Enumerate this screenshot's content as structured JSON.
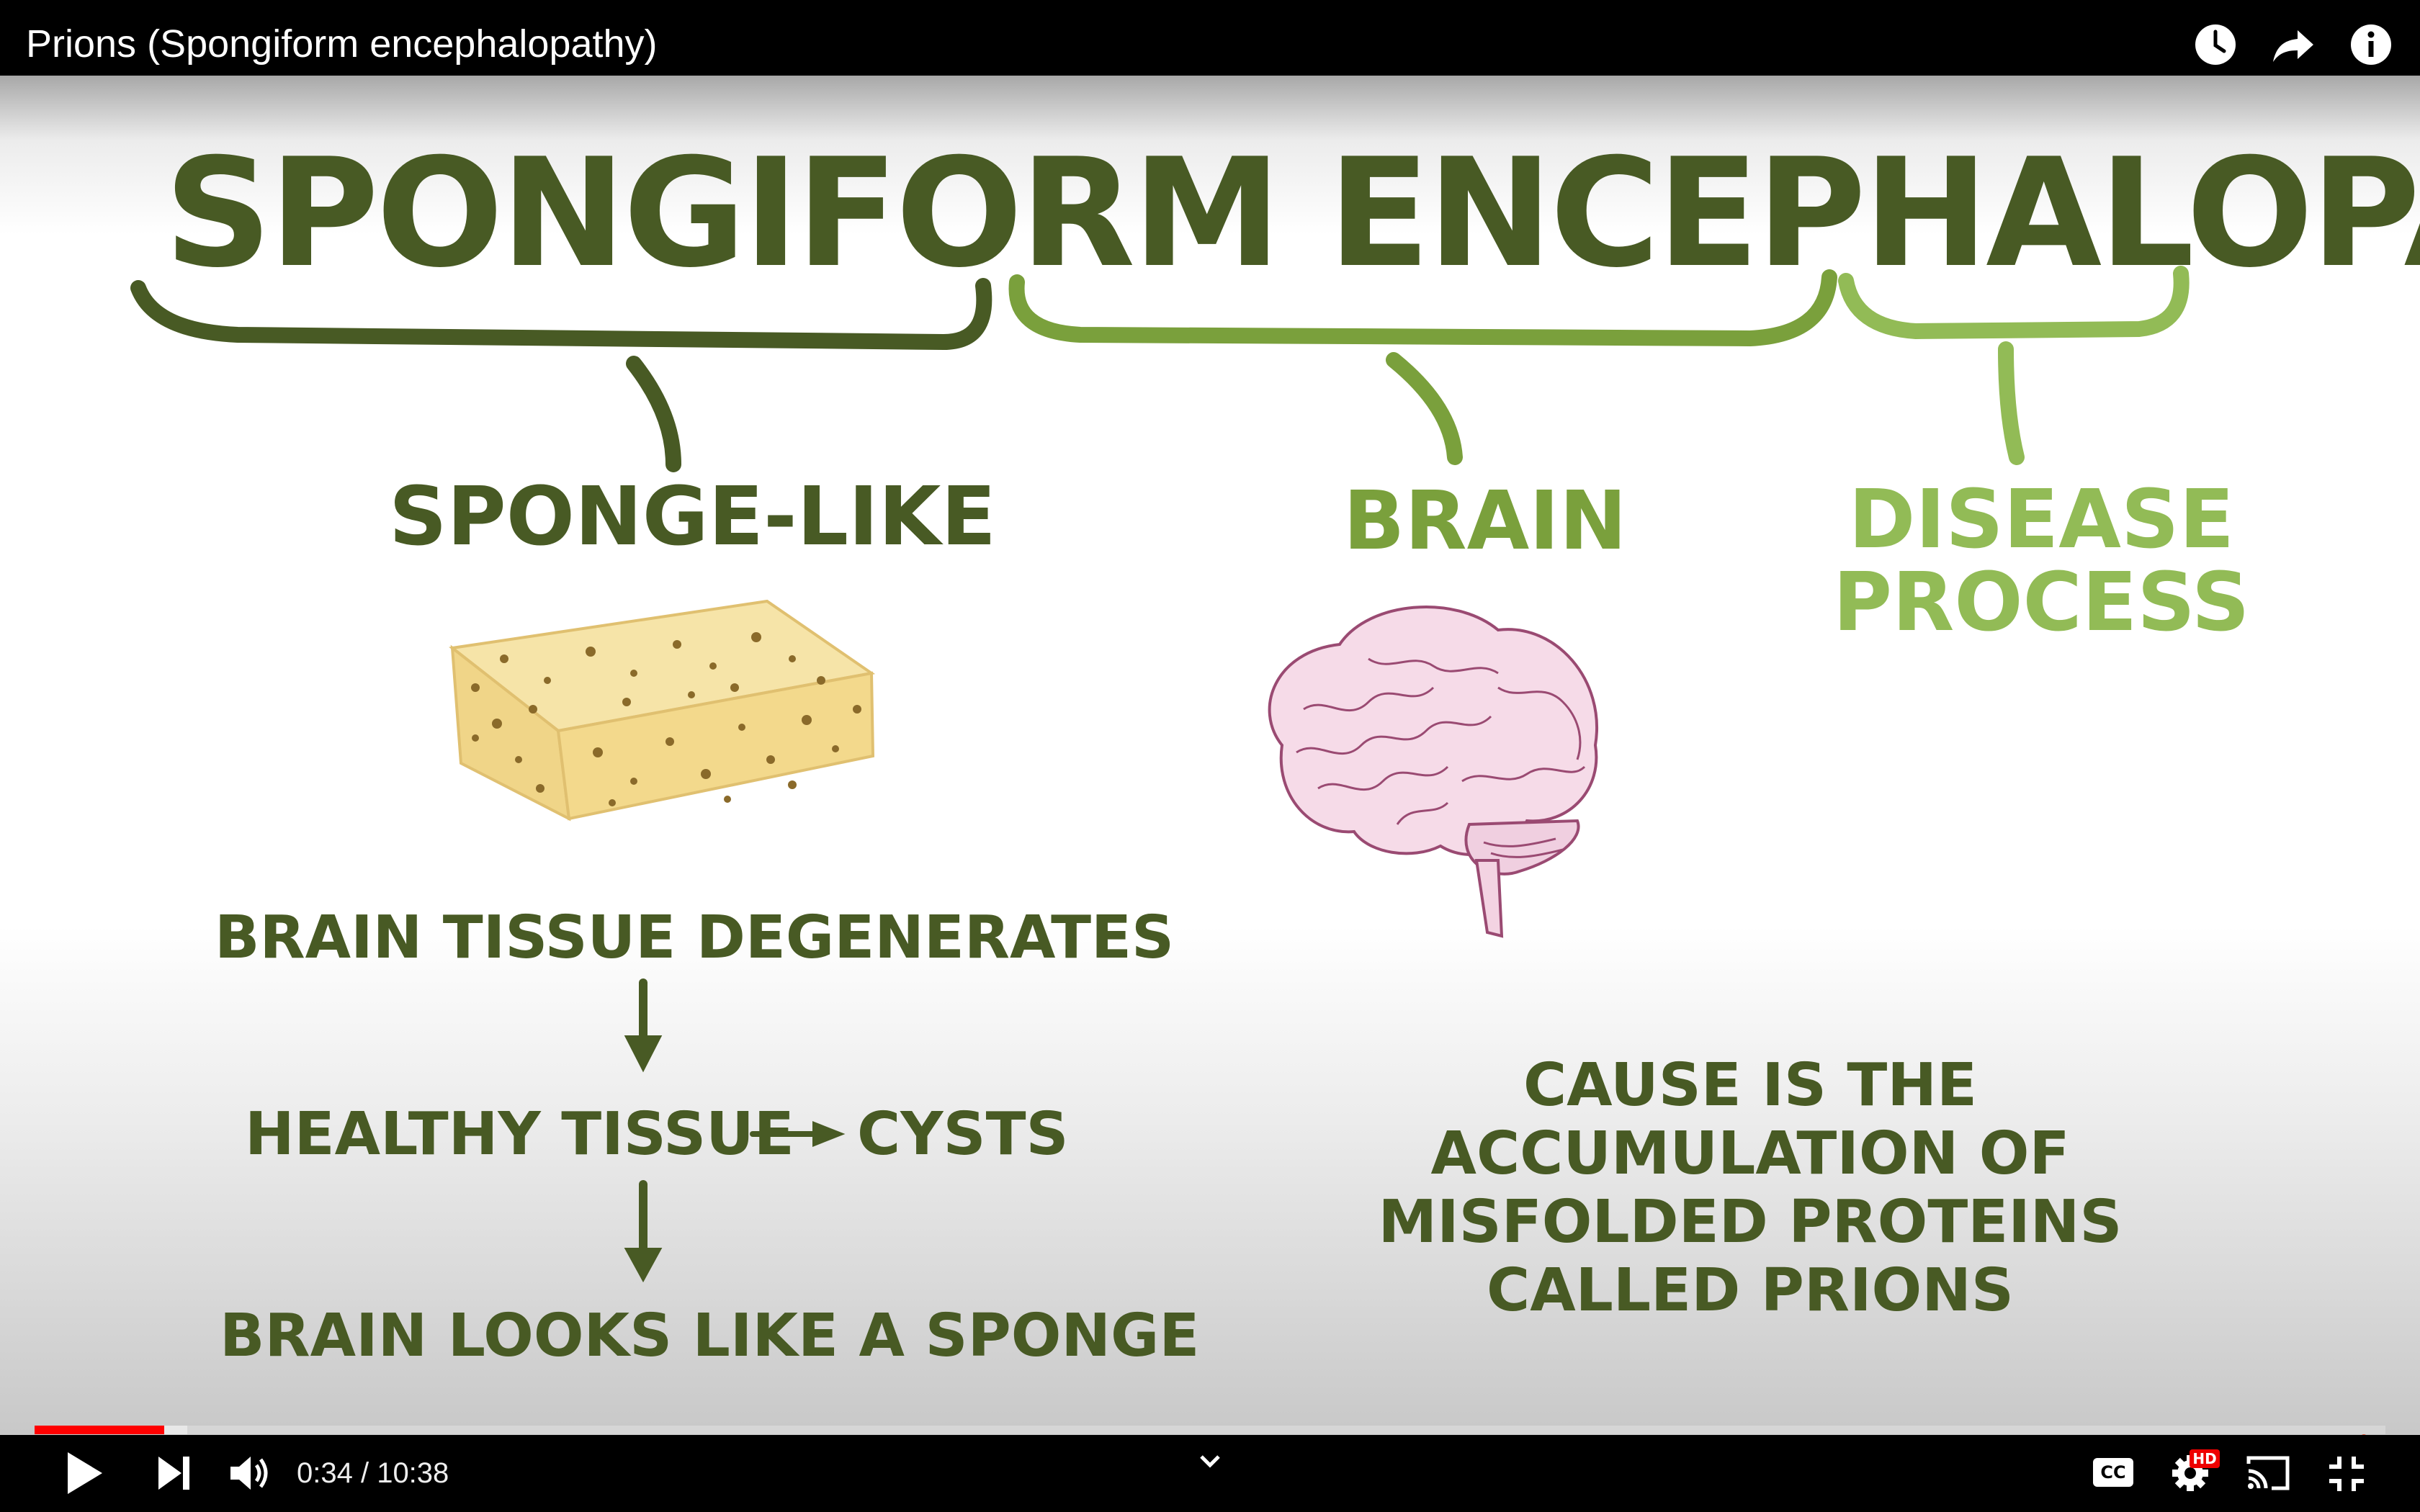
{
  "window": {
    "title": "Prions (Spongiform encephalopathy)"
  },
  "top_icons": [
    "watch-later-icon",
    "share-icon",
    "info-icon"
  ],
  "slide": {
    "main_title_part1": "SPONGIFORM",
    "main_title_part2": "ENCEPHALO",
    "main_title_part3": "PATHY",
    "label_sponge": "SPONGE-LIKE",
    "label_brain": "BRAIN",
    "label_disease_line1": "DISEASE",
    "label_disease_line2": "PROCESS",
    "flow": {
      "step1": "BRAIN TISSUE DEGENERATES",
      "step2_left": "HEALTHY TISSUE",
      "step2_right": "CYSTS",
      "step3": "BRAIN LOOKS LIKE A SPONGE"
    },
    "cause": "CAUSE IS THE ACCUMULATION OF MISFOLDED PROTEINS CALLED PRIONS",
    "colors": {
      "dark_green": "#485a24",
      "mid_green": "#7aa03c",
      "light_green": "#92bb56",
      "sponge": "#f3d98c"
    }
  },
  "player": {
    "time_display": "0:34 / 10:38",
    "progress_played": 0.055,
    "progress_loaded": 0.065,
    "hd_badge": "HD",
    "cc_label": "CC",
    "controls": [
      "play-icon",
      "next-icon",
      "volume-icon",
      "chevron-down-icon",
      "cc-icon",
      "settings-icon",
      "cast-icon",
      "exit-fullscreen-icon"
    ]
  }
}
